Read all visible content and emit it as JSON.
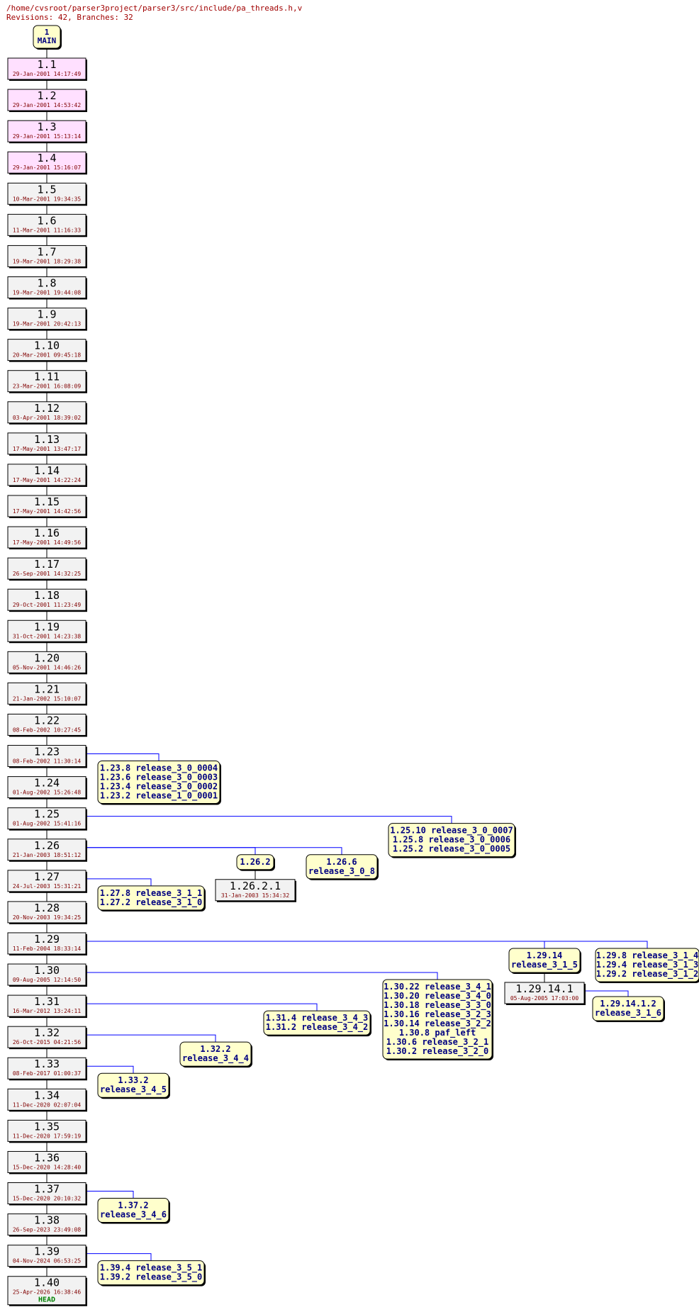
{
  "header": {
    "path": "/home/cvsroot/parser3project/parser3/src/include/pa_threads.h,v",
    "summary": "Revisions: 42, Branches: 32"
  },
  "main": {
    "num": "1",
    "name": "MAIN"
  },
  "head_label": "HEAD",
  "colors": {
    "trunk_fill": "#f2f2f2",
    "pink_fill": "#ffe0ff",
    "tag_fill": "#ffffcc",
    "line": "#0000ff",
    "date": "#800000",
    "head": "#008000"
  },
  "revisions": [
    {
      "rev": "1.1",
      "date": "29-Jan-2001 14:17:49",
      "pink": true
    },
    {
      "rev": "1.2",
      "date": "29-Jan-2001 14:53:42",
      "pink": true
    },
    {
      "rev": "1.3",
      "date": "29-Jan-2001 15:13:14",
      "pink": true
    },
    {
      "rev": "1.4",
      "date": "29-Jan-2001 15:16:07",
      "pink": true
    },
    {
      "rev": "1.5",
      "date": "10-Mar-2001 19:34:35"
    },
    {
      "rev": "1.6",
      "date": "11-Mar-2001 11:16:33"
    },
    {
      "rev": "1.7",
      "date": "19-Mar-2001 18:29:38"
    },
    {
      "rev": "1.8",
      "date": "19-Mar-2001 19:44:08"
    },
    {
      "rev": "1.9",
      "date": "19-Mar-2001 20:42:13"
    },
    {
      "rev": "1.10",
      "date": "20-Mar-2001 09:45:18"
    },
    {
      "rev": "1.11",
      "date": "23-Mar-2001 16:08:09"
    },
    {
      "rev": "1.12",
      "date": "03-Apr-2001 18:39:02"
    },
    {
      "rev": "1.13",
      "date": "17-May-2001 13:47:17"
    },
    {
      "rev": "1.14",
      "date": "17-May-2001 14:22:24"
    },
    {
      "rev": "1.15",
      "date": "17-May-2001 14:42:56"
    },
    {
      "rev": "1.16",
      "date": "17-May-2001 14:49:56"
    },
    {
      "rev": "1.17",
      "date": "26-Sep-2001 14:32:25"
    },
    {
      "rev": "1.18",
      "date": "29-Oct-2001 11:23:49"
    },
    {
      "rev": "1.19",
      "date": "31-Oct-2001 14:23:38"
    },
    {
      "rev": "1.20",
      "date": "05-Nov-2001 14:46:26"
    },
    {
      "rev": "1.21",
      "date": "21-Jan-2002 15:10:07"
    },
    {
      "rev": "1.22",
      "date": "08-Feb-2002 10:27:45"
    },
    {
      "rev": "1.23",
      "date": "08-Feb-2002 11:30:14"
    },
    {
      "rev": "1.24",
      "date": "01-Aug-2002 15:26:48"
    },
    {
      "rev": "1.25",
      "date": "01-Aug-2002 15:41:16"
    },
    {
      "rev": "1.26",
      "date": "21-Jan-2003 18:51:12"
    },
    {
      "rev": "1.27",
      "date": "24-Jul-2003 15:31:21"
    },
    {
      "rev": "1.28",
      "date": "20-Nov-2003 19:34:25"
    },
    {
      "rev": "1.29",
      "date": "11-Feb-2004 18:33:14"
    },
    {
      "rev": "1.30",
      "date": "09-Aug-2005 12:14:50"
    },
    {
      "rev": "1.31",
      "date": "16-Mar-2012 13:24:11"
    },
    {
      "rev": "1.32",
      "date": "26-Oct-2015 04:21:56"
    },
    {
      "rev": "1.33",
      "date": "08-Feb-2017 01:00:37"
    },
    {
      "rev": "1.34",
      "date": "11-Dec-2020 02:07:04"
    },
    {
      "rev": "1.35",
      "date": "11-Dec-2020 17:59:19"
    },
    {
      "rev": "1.36",
      "date": "15-Dec-2020 14:28:40"
    },
    {
      "rev": "1.37",
      "date": "15-Dec-2020 20:10:32"
    },
    {
      "rev": "1.38",
      "date": "26-Sep-2023 23:49:08"
    },
    {
      "rev": "1.39",
      "date": "04-Nov-2024 06:53:25"
    },
    {
      "rev": "1.40",
      "date": "25-Apr-2026 16:38:46",
      "head": true
    }
  ],
  "branches": [
    {
      "from": "1.23",
      "lines": [
        "1.23.8 release_3_0_0004",
        "1.23.6 release_3_0_0003",
        "1.23.4 release_3_0_0002",
        "1.23.2 release_1_0_0001"
      ]
    },
    {
      "from": "1.25",
      "lines": [
        "1.25.10 release_3_0_0007",
        "1.25.8 release_3_0_0006",
        "1.25.2 release_3_0_0005"
      ]
    },
    {
      "from": "1.26",
      "lines": [
        "1.26.2"
      ],
      "child": {
        "rev": "1.26.2.1",
        "date": "31-Jan-2003 15:34:32"
      }
    },
    {
      "from": "1.26",
      "lines": [
        "1.26.6",
        "release_3_0_8"
      ]
    },
    {
      "from": "1.27",
      "lines": [
        "1.27.8 release_3_1_1",
        "1.27.2 release_3_1_0"
      ]
    },
    {
      "from": "1.29",
      "lines": [
        "1.29.14",
        "release_3_1_5"
      ],
      "child": {
        "rev": "1.29.14.1",
        "date": "05-Aug-2005 17:03:00",
        "tag": [
          "1.29.14.1.2",
          "release_3_1_6"
        ]
      }
    },
    {
      "from": "1.29",
      "lines": [
        "1.29.8 release_3_1_4",
        "1.29.4 release_3_1_3",
        "1.29.2 release_3_1_2"
      ]
    },
    {
      "from": "1.30",
      "lines": [
        "1.30.22 release_3_4_1",
        "1.30.20 release_3_4_0",
        "1.30.18 release_3_3_0",
        "1.30.16 release_3_2_3",
        "1.30.14 release_3_2_2",
        "1.30.8 paf_left",
        "1.30.6 release_3_2_1",
        "1.30.2 release_3_2_0"
      ]
    },
    {
      "from": "1.31",
      "lines": [
        "1.31.4 release_3_4_3",
        "1.31.2 release_3_4_2"
      ]
    },
    {
      "from": "1.32",
      "lines": [
        "1.32.2",
        "release_3_4_4"
      ]
    },
    {
      "from": "1.33",
      "lines": [
        "1.33.2",
        "release_3_4_5"
      ]
    },
    {
      "from": "1.37",
      "lines": [
        "1.37.2",
        "release_3_4_6"
      ]
    },
    {
      "from": "1.39",
      "lines": [
        "1.39.4 release_3_5_1",
        "1.39.2 release_3_5_0"
      ]
    }
  ]
}
